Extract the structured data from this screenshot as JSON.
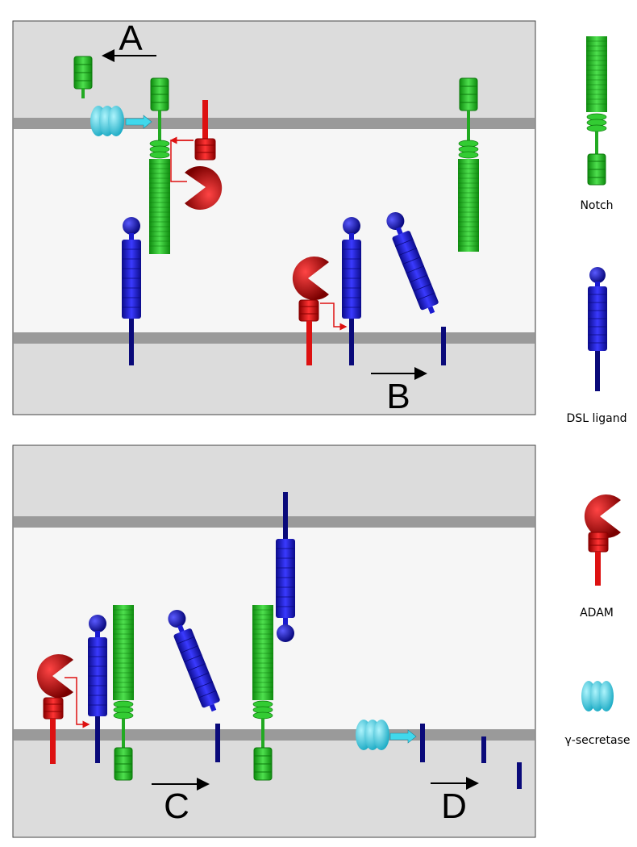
{
  "colors": {
    "panel_bg": "#f6f6f6",
    "extracellular": "#dcdcdc",
    "membrane": "#9a9a9a",
    "notch": "#22bb22",
    "notch_dark": "#0d7a0d",
    "notch_light": "#44dd44",
    "dsl": "#1a1ad0",
    "dsl_dark": "#0a0a7a",
    "adam": "#dd1111",
    "adam_dark": "#880000",
    "gamma": "#33d4e8",
    "arrow_cyan": "#40d8ec"
  },
  "panel_top": {
    "label_a": "A",
    "label_b": "B"
  },
  "panel_bottom": {
    "label_c": "C",
    "label_d": "D"
  },
  "legend": {
    "notch": "Notch",
    "dsl": "DSL ligand",
    "adam": "ADAM",
    "gamma": "γ-secretase"
  }
}
